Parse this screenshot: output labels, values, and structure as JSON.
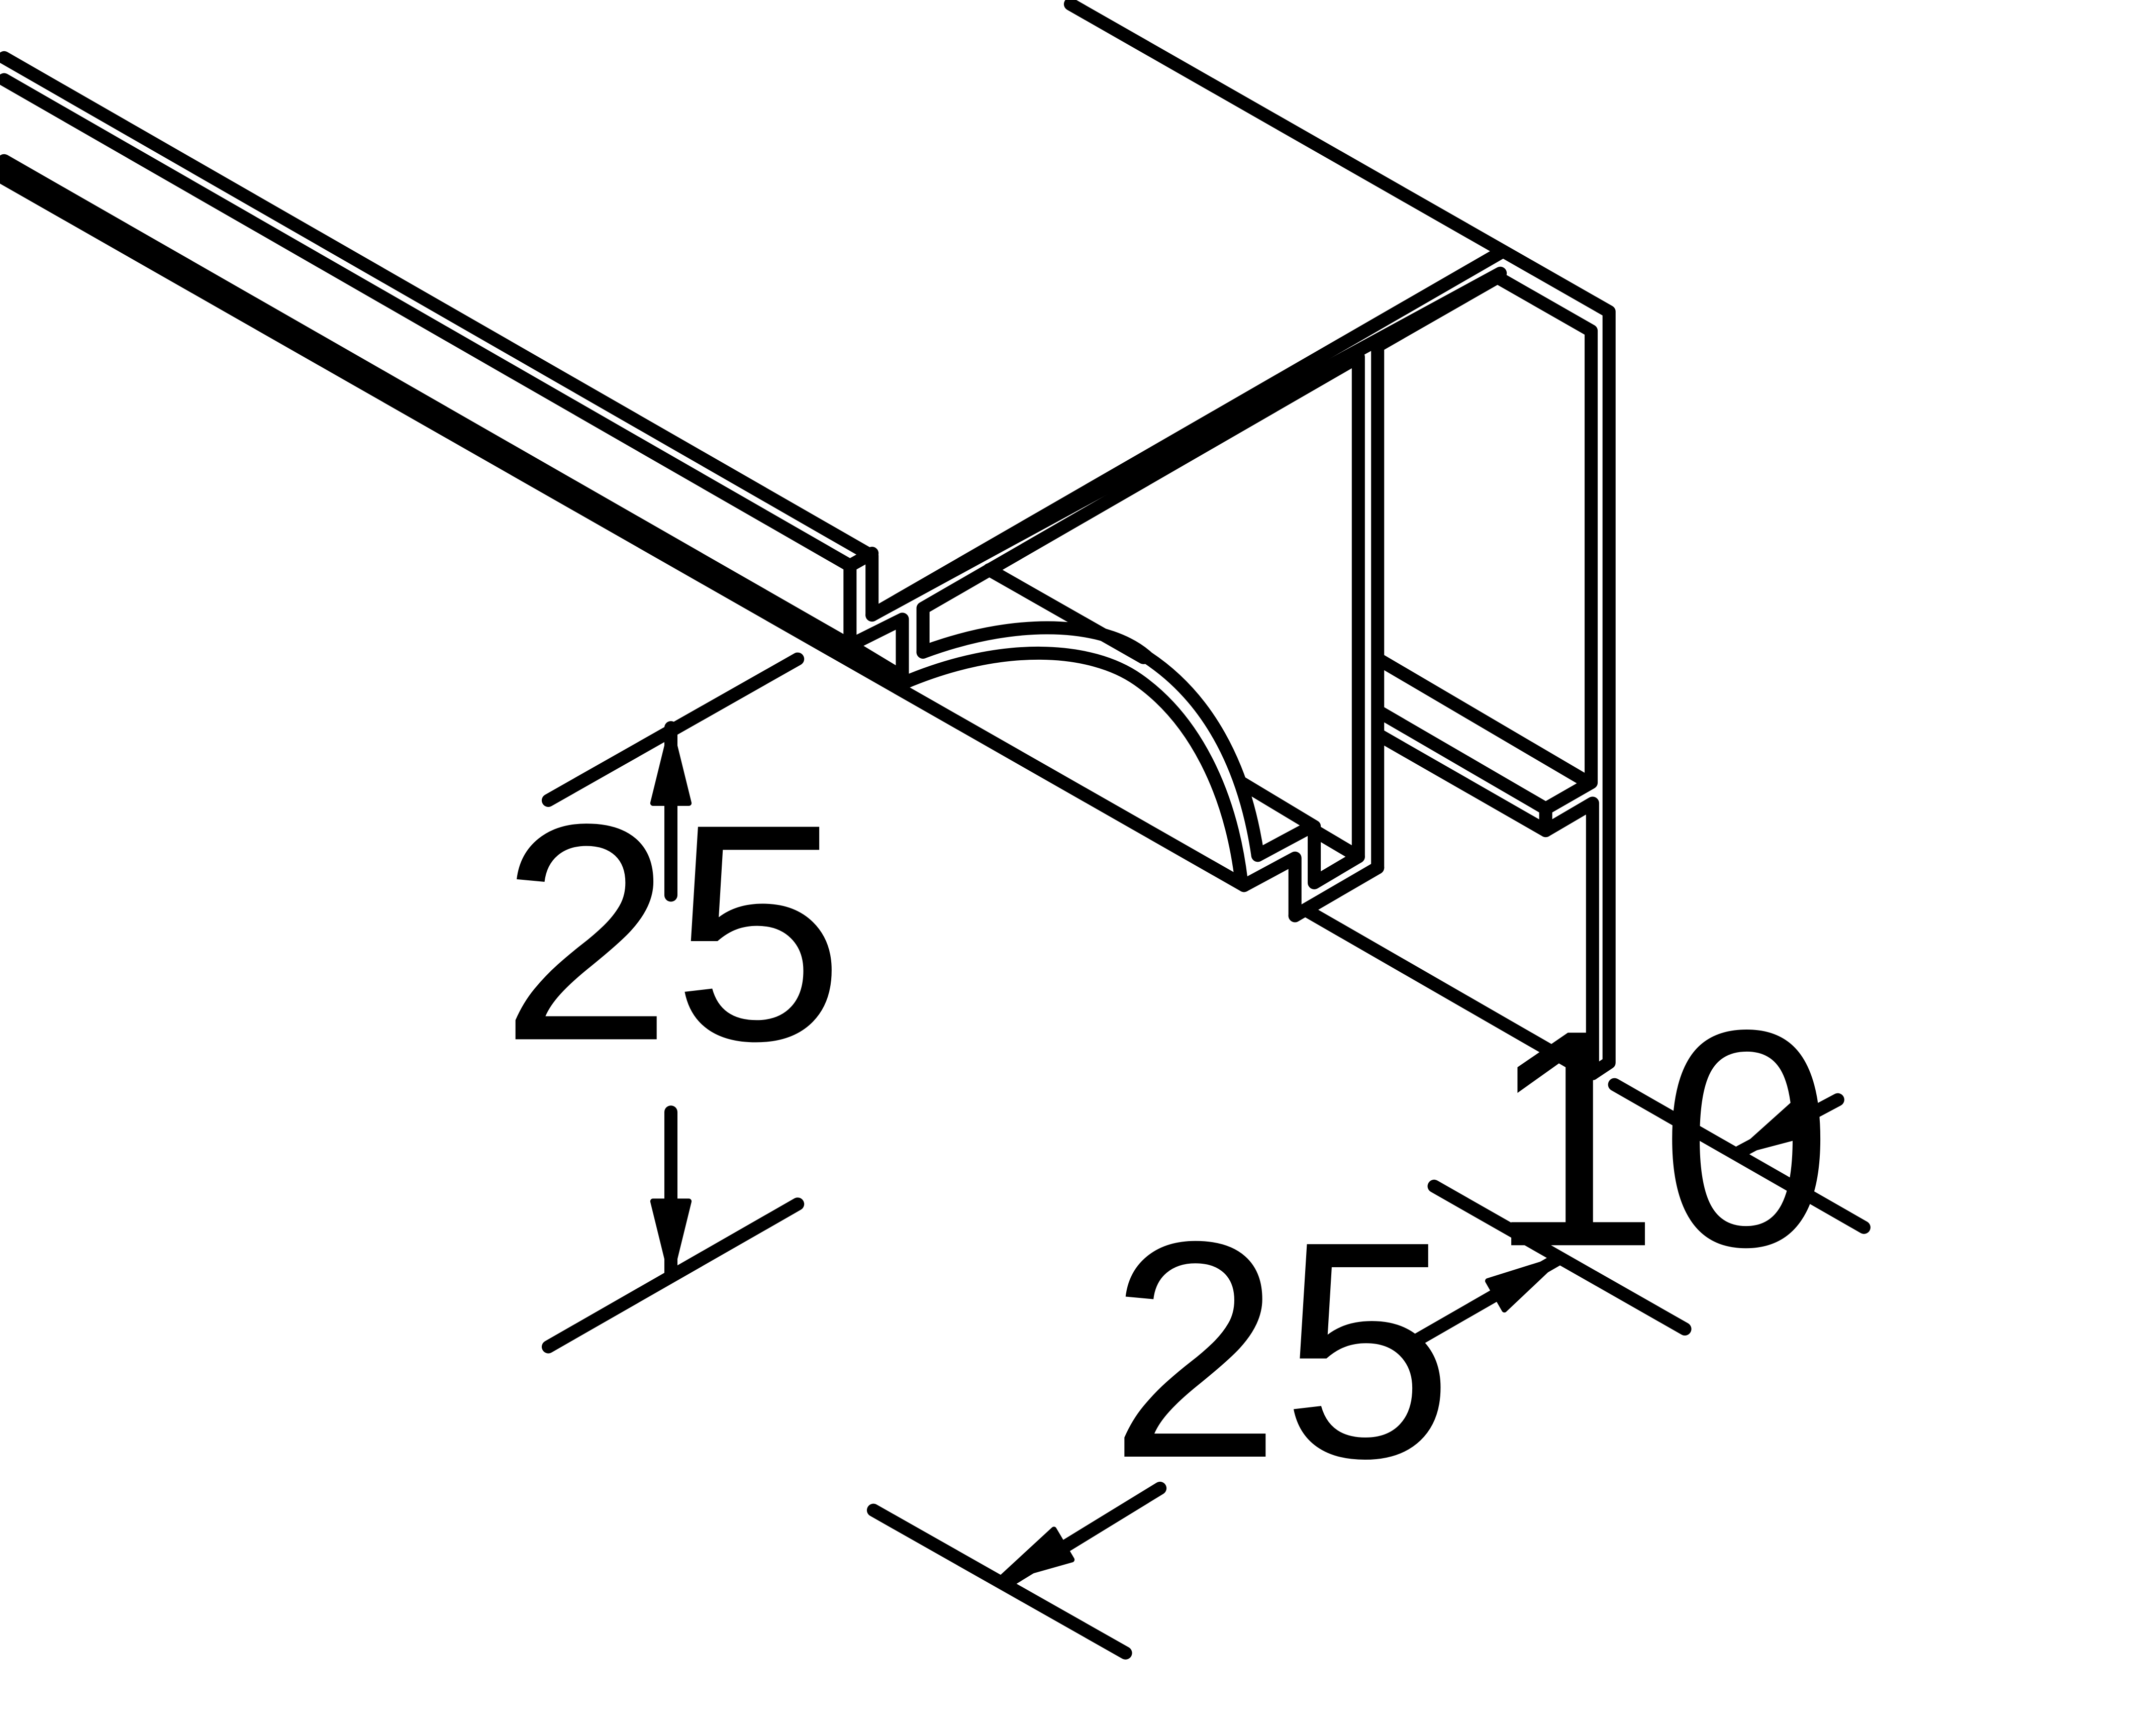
{
  "dimensions": {
    "height": "25",
    "width": "25",
    "lip": "10"
  },
  "colors": {
    "line": "#000000",
    "background": "#ffffff"
  }
}
